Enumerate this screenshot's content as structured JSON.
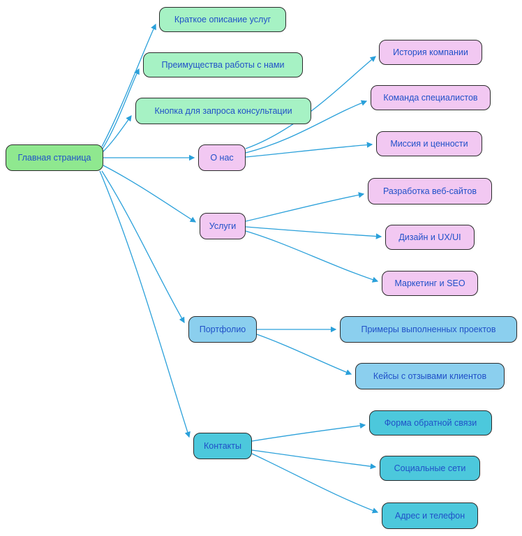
{
  "mindmap": {
    "type": "mindmap-diagram",
    "palette": {
      "root_fill": "#8fe88f",
      "summary_fill": "#a6f2c4",
      "about_services_fill": "#f2c8f2",
      "portfolio_fill": "#8bcfee",
      "contacts_fill": "#4cc8dc",
      "node_border": "#2b2b2b",
      "label_color": "#2050c8",
      "edge_color": "#2aa0da"
    },
    "nodes": [
      {
        "id": "root",
        "label": "Главная страница",
        "fill": "#8fe88f"
      },
      {
        "id": "short-desc",
        "label": "Краткое описание услуг",
        "fill": "#a6f2c4"
      },
      {
        "id": "advantages",
        "label": "Преимущества работы с нами",
        "fill": "#a6f2c4"
      },
      {
        "id": "consult",
        "label": "Кнопка для запроса консультации",
        "fill": "#a6f2c4"
      },
      {
        "id": "about",
        "label": "О нас",
        "fill": "#f2c8f2"
      },
      {
        "id": "history",
        "label": "История компании",
        "fill": "#f2c8f2"
      },
      {
        "id": "team",
        "label": "Команда специалистов",
        "fill": "#f2c8f2"
      },
      {
        "id": "mission",
        "label": "Миссия и ценности",
        "fill": "#f2c8f2"
      },
      {
        "id": "services",
        "label": "Услуги",
        "fill": "#f2c8f2"
      },
      {
        "id": "webdev",
        "label": "Разработка веб-сайтов",
        "fill": "#f2c8f2"
      },
      {
        "id": "design",
        "label": "Дизайн и UX/UI",
        "fill": "#f2c8f2"
      },
      {
        "id": "marketing",
        "label": "Маркетинг и SEO",
        "fill": "#f2c8f2"
      },
      {
        "id": "portfolio",
        "label": "Портфолио",
        "fill": "#8bcfee"
      },
      {
        "id": "examples",
        "label": "Примеры выполненных проектов",
        "fill": "#8bcfee"
      },
      {
        "id": "cases",
        "label": "Кейсы с отзывами клиентов",
        "fill": "#8bcfee"
      },
      {
        "id": "contacts",
        "label": "Контакты",
        "fill": "#4cc8dc"
      },
      {
        "id": "form",
        "label": "Форма обратной связи",
        "fill": "#4cc8dc"
      },
      {
        "id": "social",
        "label": "Социальные сети",
        "fill": "#4cc8dc"
      },
      {
        "id": "address",
        "label": "Адрес и телефон",
        "fill": "#4cc8dc"
      }
    ],
    "edges": [
      {
        "from": "root",
        "to": "short-desc"
      },
      {
        "from": "root",
        "to": "advantages"
      },
      {
        "from": "root",
        "to": "consult"
      },
      {
        "from": "root",
        "to": "about"
      },
      {
        "from": "root",
        "to": "services"
      },
      {
        "from": "root",
        "to": "portfolio"
      },
      {
        "from": "root",
        "to": "contacts"
      },
      {
        "from": "about",
        "to": "history"
      },
      {
        "from": "about",
        "to": "team"
      },
      {
        "from": "about",
        "to": "mission"
      },
      {
        "from": "services",
        "to": "webdev"
      },
      {
        "from": "services",
        "to": "design"
      },
      {
        "from": "services",
        "to": "marketing"
      },
      {
        "from": "portfolio",
        "to": "examples"
      },
      {
        "from": "portfolio",
        "to": "cases"
      },
      {
        "from": "contacts",
        "to": "form"
      },
      {
        "from": "contacts",
        "to": "social"
      },
      {
        "from": "contacts",
        "to": "address"
      }
    ]
  }
}
